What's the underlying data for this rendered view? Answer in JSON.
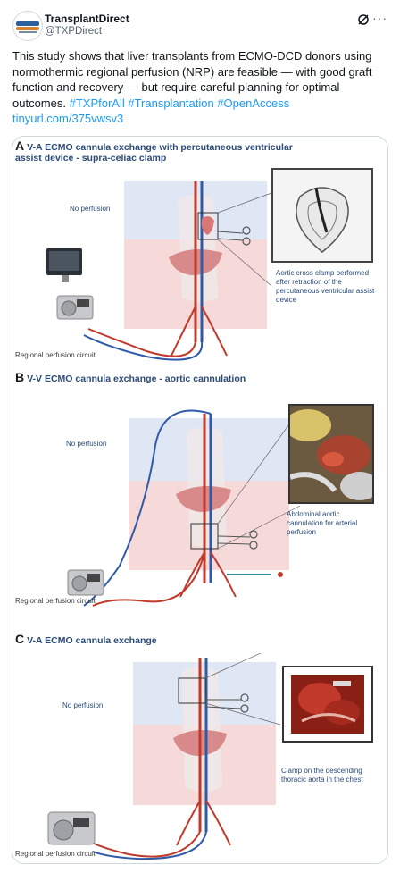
{
  "author": {
    "display_name": "TransplantDirect",
    "handle": "@TXPDirect",
    "avatar_icon": "transplantdirect-logo"
  },
  "icons": {
    "grok": "grok-icon",
    "more": "more-options-icon"
  },
  "tweet": {
    "text": "This study shows that liver transplants from ECMO-DCD donors using normothermic regional perfusion (NRP) are feasible — with good graft function and recovery — but require careful planning for optimal outcomes.",
    "hashtags": "#TXPforAll #Transplantation #OpenAccess",
    "link": "tinyurl.com/375vwsv3"
  },
  "figure": {
    "panel_a": {
      "letter": "A",
      "title": "V-A ECMO cannula exchange with percutaneous ventricular assist device - supra-celiac clamp",
      "no_perfusion": "No perfusion",
      "caption": "Aortic cross clamp performed after retraction of the percutaneous ventricular assist device",
      "circuit": "Regional perfusion circuit"
    },
    "panel_b": {
      "letter": "B",
      "title": "V-V ECMO cannula exchange - aortic cannulation",
      "no_perfusion": "No perfusion",
      "caption": "Abdominal aortic cannulation for arterial perfusion",
      "circuit": "Regional perfusion circuit"
    },
    "panel_c": {
      "letter": "C",
      "title": "V-A ECMO cannula exchange",
      "no_perfusion": "No perfusion",
      "caption": "Clamp on the descending thoracic aorta in the chest",
      "circuit": "Regional perfusion circuit"
    }
  },
  "colors": {
    "link": "#1d9bf0",
    "title_blue": "#2a4a78",
    "artery": "#c0392b",
    "vein": "#2f5aa8",
    "upper_zone": "#dfe6f4",
    "lower_zone": "#f6dada"
  }
}
